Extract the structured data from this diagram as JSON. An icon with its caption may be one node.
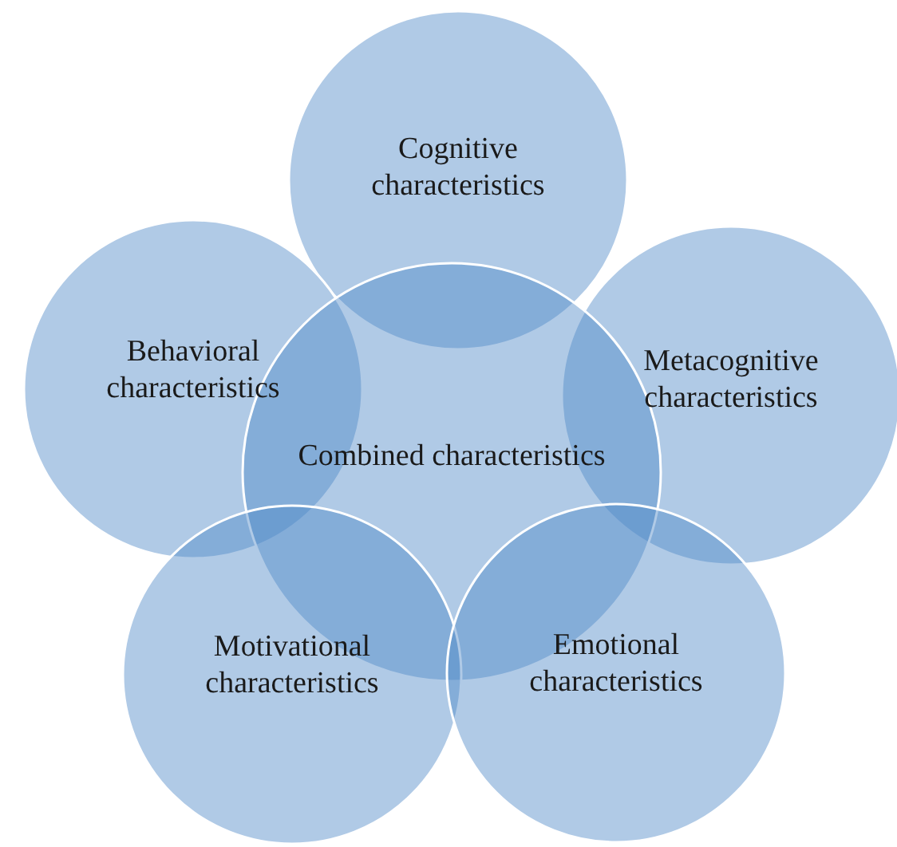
{
  "diagram": {
    "nodes": [
      {
        "text": [
          "Cognitive characteristics"
        ]
      },
      {
        "text": [
          "Behavioral characteristics"
        ]
      },
      {
        "text": [
          "Metacognitive characteristics"
        ]
      },
      {
        "text": [
          "Combined characteristics"
        ]
      },
      {
        "text": [
          "Motivational characteristics"
        ]
      },
      {
        "text": [
          "Emotional characteristics"
        ]
      }
    ]
  }
}
